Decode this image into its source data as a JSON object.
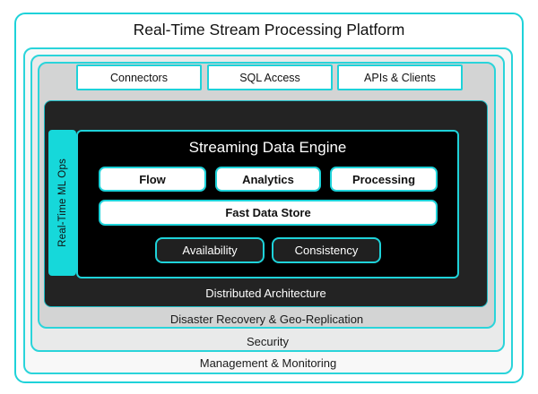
{
  "colors": {
    "accent_cyan": "#1ed2d9",
    "strip_cyan": "#16d8da",
    "dark_block": "#232323",
    "engine_black": "#000000",
    "layer_gray_inner": "#d3d4d4",
    "layer_gray_mid": "#e9eaea",
    "layer_gray_outer": "#f8f8f8"
  },
  "platform": {
    "title": "Real-Time Stream Processing Platform"
  },
  "layers": {
    "management": "Management & Monitoring",
    "security": "Security",
    "disaster_recovery": "Disaster Recovery & Geo-Replication"
  },
  "top_services": [
    {
      "label": "Connectors"
    },
    {
      "label": "SQL Access"
    },
    {
      "label": "APIs & Clients"
    }
  ],
  "distributed": {
    "label": "Distributed Architecture"
  },
  "ml_ops": {
    "label": "Real-Time ML Ops"
  },
  "engine": {
    "title": "Streaming Data Engine",
    "modules": [
      {
        "label": "Flow"
      },
      {
        "label": "Analytics"
      },
      {
        "label": "Processing"
      }
    ],
    "store": "Fast Data Store",
    "qualities": [
      {
        "label": "Availability"
      },
      {
        "label": "Consistency"
      }
    ]
  }
}
